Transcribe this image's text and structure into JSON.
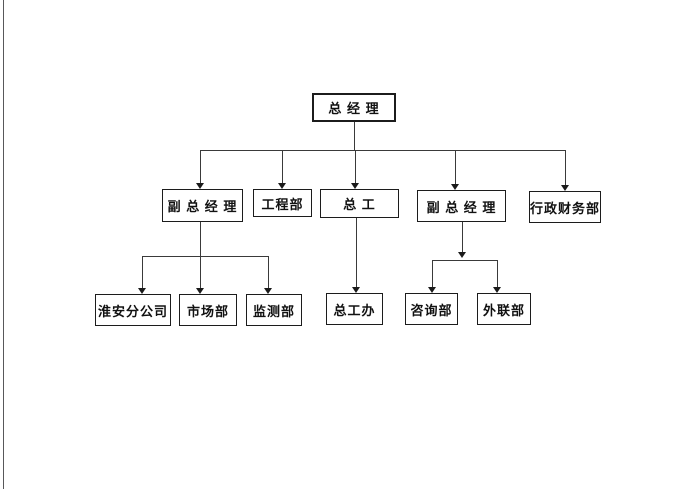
{
  "page": {
    "background": "#ffffff",
    "left_rule_color": "#58585a",
    "box_border_color": "#1c1c1c",
    "connector_color": "#3a3a3a",
    "arrowhead_color": "#1a1a1a",
    "text_color": "#111111"
  },
  "chart": {
    "type": "org-chart",
    "nodes": [
      {
        "id": "gm",
        "label": "总 经 理",
        "parent": null
      },
      {
        "id": "dgm_left",
        "label": "副 总 经 理",
        "parent": "gm"
      },
      {
        "id": "eng",
        "label": "工程部",
        "parent": "gm"
      },
      {
        "id": "chief",
        "label": "总 工",
        "parent": "gm"
      },
      {
        "id": "dgm_right",
        "label": "副 总 经 理",
        "parent": "gm"
      },
      {
        "id": "admin",
        "label": "行政财务部",
        "parent": "gm"
      },
      {
        "id": "huaian",
        "label": "淮安分公司",
        "parent": "dgm_left"
      },
      {
        "id": "market",
        "label": "市场部",
        "parent": "dgm_left"
      },
      {
        "id": "monitor",
        "label": "监测部",
        "parent": "dgm_left"
      },
      {
        "id": "office",
        "label": "总工办",
        "parent": "chief"
      },
      {
        "id": "consult",
        "label": "咨询部",
        "parent": "dgm_right"
      },
      {
        "id": "external",
        "label": "外联部",
        "parent": "dgm_right"
      }
    ]
  }
}
